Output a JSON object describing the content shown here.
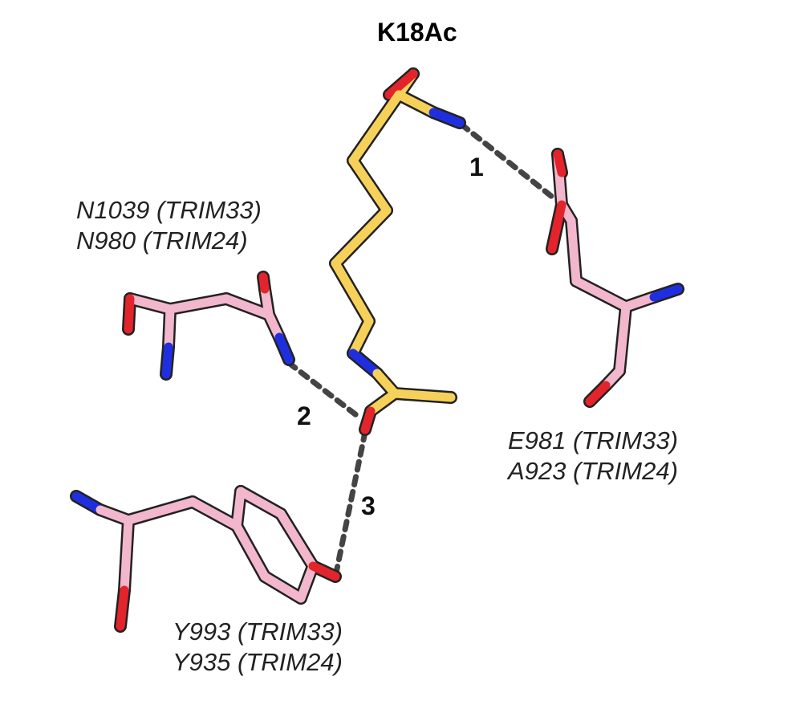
{
  "title": "K18Ac",
  "residues": {
    "n_site": {
      "line1": "N1039 (TRIM33)",
      "line2": "N980 (TRIM24)"
    },
    "e_site": {
      "line1": "E981 (TRIM33)",
      "line2": "A923 (TRIM24)"
    },
    "y_site": {
      "line1": "Y993 (TRIM33)",
      "line2": "Y935 (TRIM24)"
    }
  },
  "hydrogen_bonds": {
    "first": "1",
    "second": "2",
    "third": "3"
  },
  "colors": {
    "ligand_carbon": "#f6d15a",
    "protein_carbon": "#f2b7cc",
    "oxygen": "#e3242b",
    "nitrogen": "#1f2fe0",
    "bond_outline": "#222222",
    "hbond": "#444444"
  }
}
